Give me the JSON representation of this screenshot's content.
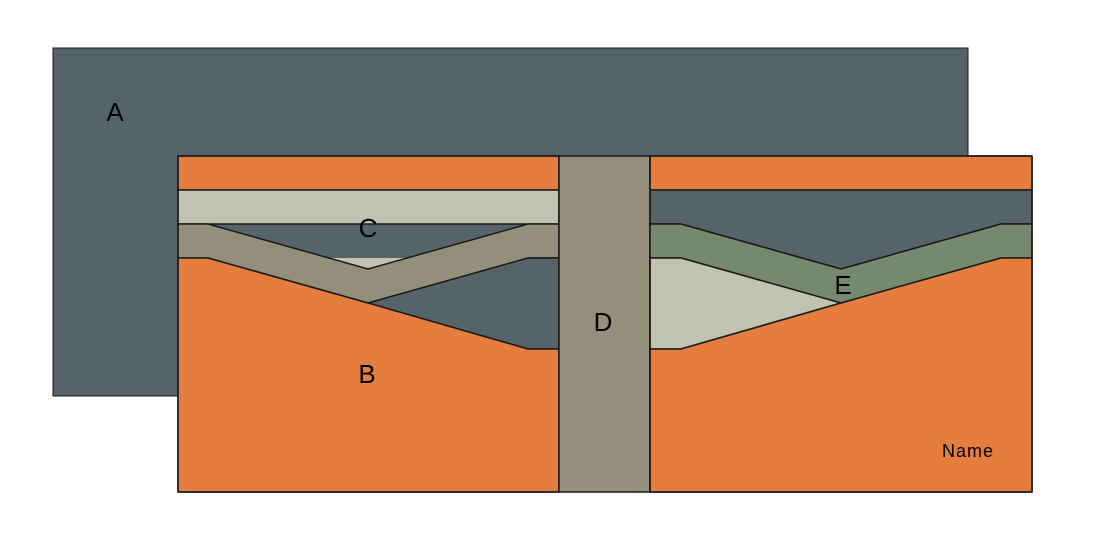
{
  "labels": {
    "a": "A",
    "b": "B",
    "c": "C",
    "d": "D",
    "e": "E",
    "name": "Name"
  },
  "colors": {
    "dark": "#56646a",
    "orange": "#e57d3e",
    "light": "#c1c2b0",
    "taupe": "#948f7b",
    "green": "#76886e",
    "outline": "#1a1a1a"
  }
}
